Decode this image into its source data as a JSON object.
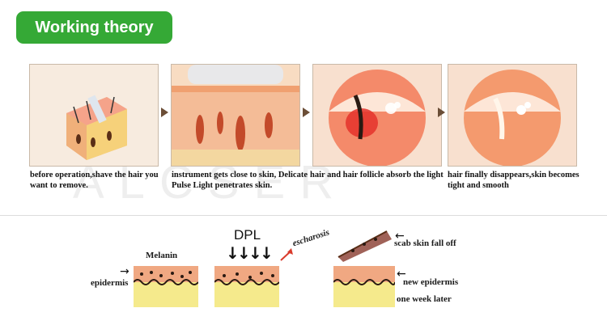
{
  "header": {
    "title": "Working theory"
  },
  "watermark": "ALCSER",
  "steps": [
    {
      "caption": "before operation,shave the hair you want to remove."
    },
    {
      "caption": "instrument gets close to skin, Delicate Pulse Light penetrates skin."
    },
    {
      "caption": "hair and hair follicle absorb the light"
    },
    {
      "caption": "hair finally disappears,skin becomes tight and smooth"
    }
  ],
  "diagram": {
    "melanin": "Melanin",
    "epidermis": "epidermis",
    "dpl": "DPL",
    "escharosis": "escharosis",
    "scab": "scab skin fall off",
    "new_epidermis": "new epidermis",
    "one_week": "one week later"
  },
  "colors": {
    "accent": "#35a936",
    "skin": "#f0a882",
    "fat": "#f5ea8c",
    "arrow_red": "#d93a2b"
  }
}
